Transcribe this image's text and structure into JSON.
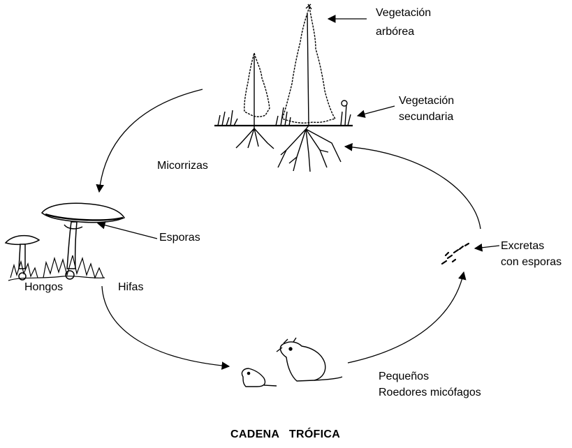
{
  "labels": {
    "vegetacion_arborea": [
      "Vegetación",
      "arbórea"
    ],
    "vegetacion_secundaria": [
      "Vegetación",
      "secundaria"
    ],
    "micorrizas": "Micorrizas",
    "esporas": "Esporas",
    "hongos": "Hongos",
    "hifas": "Hifas",
    "excretas": [
      "Excretas",
      "con esporas"
    ],
    "roedores": [
      "Pequeños",
      "Roedores micófagos"
    ]
  },
  "title": "CADENA   TRÓFICA",
  "colors": {
    "ink": "#000000",
    "background": "#ffffff"
  }
}
